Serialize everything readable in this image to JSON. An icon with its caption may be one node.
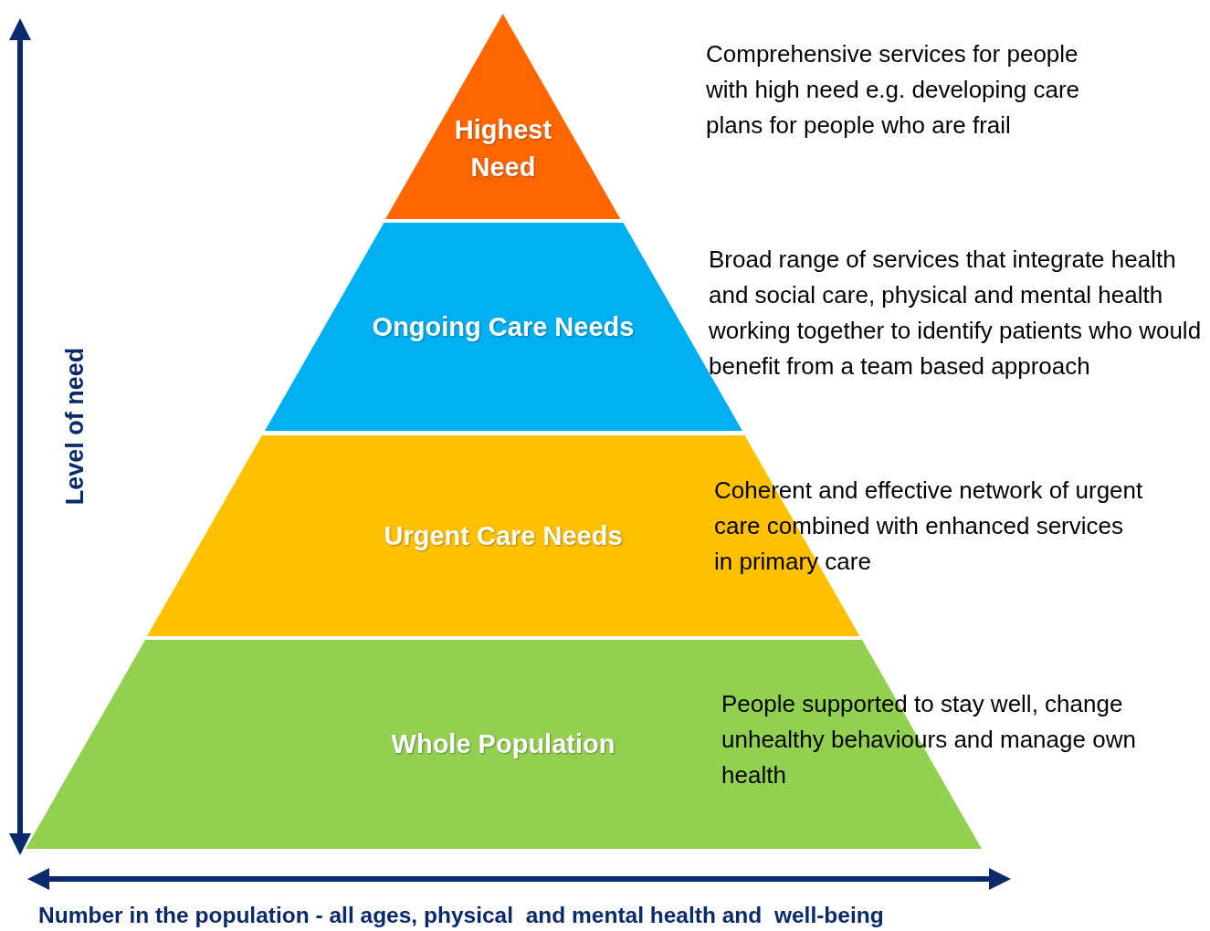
{
  "diagram": {
    "nodes": [
      {
        "text": [
          "Highest Need"
        ],
        "beside": [
          "Comprehensive services for people with high need e.g. developing care plans for people who are frail"
        ]
      },
      {
        "text": [
          "Ongoing Care Needs"
        ],
        "beside": [
          "Broad range of services that integrate health and social care, physical and mental health working together to identify patients who would benefit from a team based approach"
        ]
      },
      {
        "text": [
          "Urgent Care Needs"
        ],
        "beside": [
          "Coherent and effective network of urgent care combined with enhanced services in primary care"
        ]
      },
      {
        "text": [
          "Whole Population"
        ],
        "beside": [
          "People supported to stay well, change unhealthy behaviours and manage own health"
        ]
      }
    ],
    "edges": [],
    "labels": [
      "Level of need",
      "Number in the population - all ages, physical  and mental health and  well-being"
    ]
  }
}
